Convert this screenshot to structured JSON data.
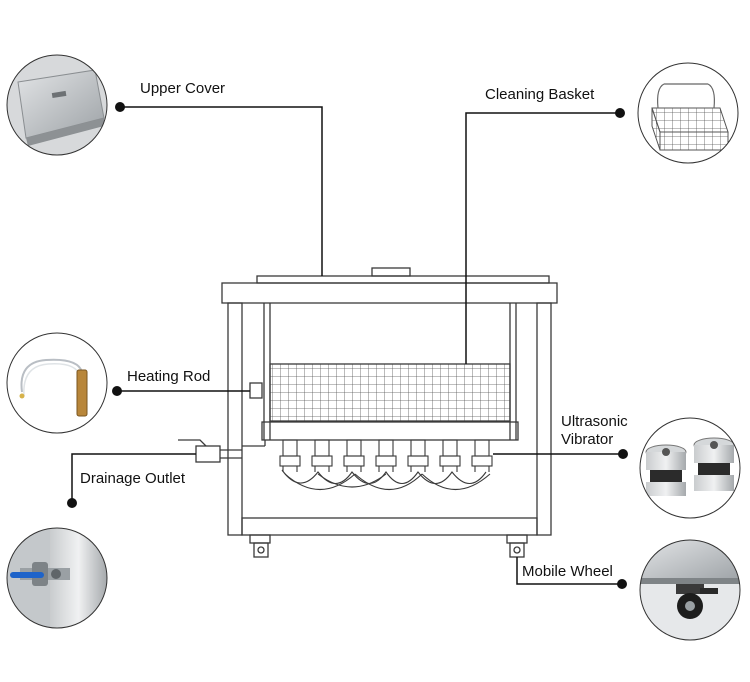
{
  "labels": {
    "upper_cover": "Upper Cover",
    "cleaning_basket": "Cleaning Basket",
    "heating_rod": "Heating Rod",
    "drainage_outlet": "Drainage Outlet",
    "ultrasonic_vibrator_line1": "Ultrasonic",
    "ultrasonic_vibrator_line2": "Vibrator",
    "mobile_wheel": "Mobile Wheel"
  },
  "colors": {
    "line": "#111111",
    "machine_stroke": "#3a3a3a",
    "photo_border": "#333333"
  },
  "icons": {
    "upper_cover": "stainless-lid-photo",
    "cleaning_basket": "wire-basket-photo",
    "heating_rod": "heating-element-photo",
    "drainage_outlet": "ball-valve-photo",
    "ultrasonic_vibrator": "transducer-photo",
    "mobile_wheel": "caster-wheel-photo"
  }
}
